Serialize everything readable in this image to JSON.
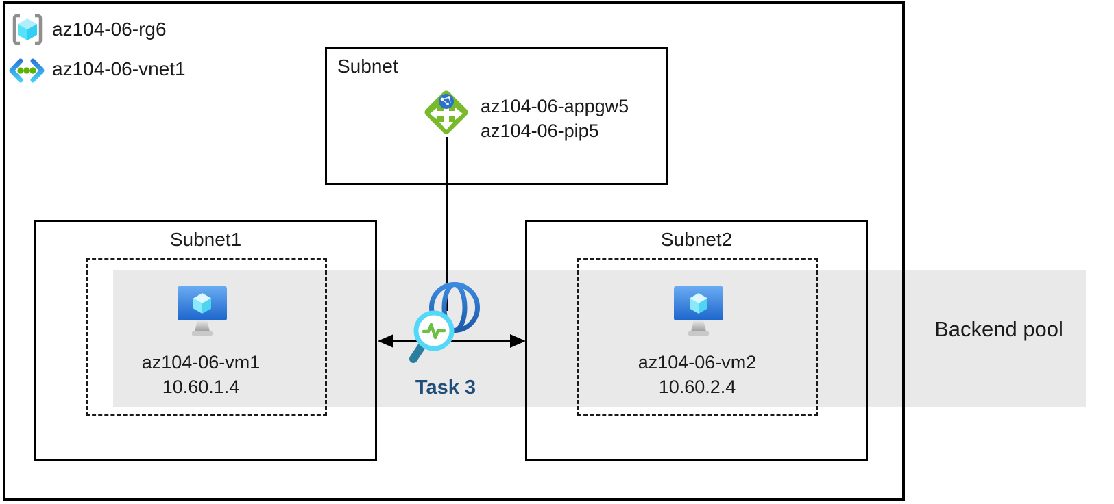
{
  "legend": {
    "resource_group": "az104-06-rg6",
    "vnet": "az104-06-vnet1"
  },
  "gateway_subnet": {
    "title": "Subnet",
    "gateway_name": "az104-06-appgw5",
    "public_ip_name": "az104-06-pip5"
  },
  "subnet1": {
    "title": "Subnet1",
    "vm_name": "az104-06-vm1",
    "vm_ip": "10.60.1.4"
  },
  "subnet2": {
    "title": "Subnet2",
    "vm_name": "az104-06-vm2",
    "vm_ip": "10.60.2.4"
  },
  "task": {
    "label": "Task 3"
  },
  "backend_pool": {
    "label": "Backend pool"
  },
  "colors": {
    "pool_band": "#e9e9e9",
    "task_text": "#1f4e79",
    "appgw_green": "#79b92c",
    "globe_blue": "#2c72c8",
    "vm_blue_top": "#69abf2",
    "vm_blue_bottom": "#1d66cc",
    "cyan_accent": "#50e6ff",
    "line_black": "#000000"
  }
}
